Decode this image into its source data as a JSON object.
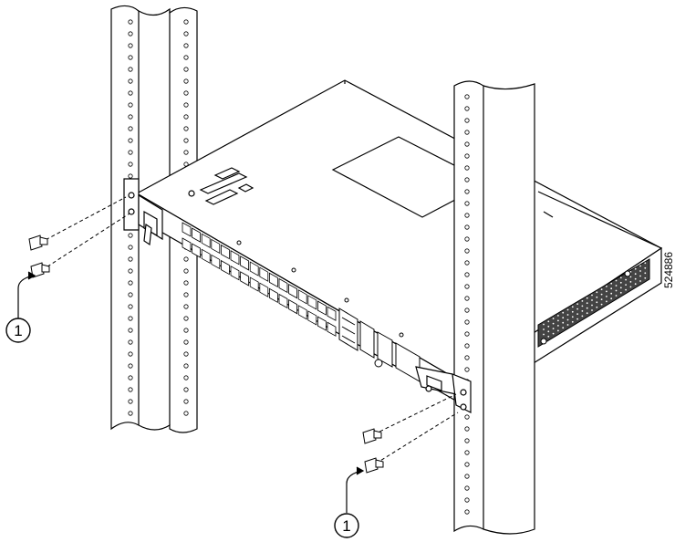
{
  "figure": {
    "figure_id": "524886",
    "callouts": [
      {
        "label": "1"
      },
      {
        "label": "1"
      }
    ],
    "colors": {
      "line": "#000000",
      "background": "#ffffff",
      "rail_fill": "#ffffff",
      "vent_fill": "#555555"
    },
    "components": [
      "rack-rail-left",
      "rack-rail-right",
      "router-chassis",
      "mounting-bracket-left",
      "mounting-bracket-right",
      "screws"
    ]
  }
}
